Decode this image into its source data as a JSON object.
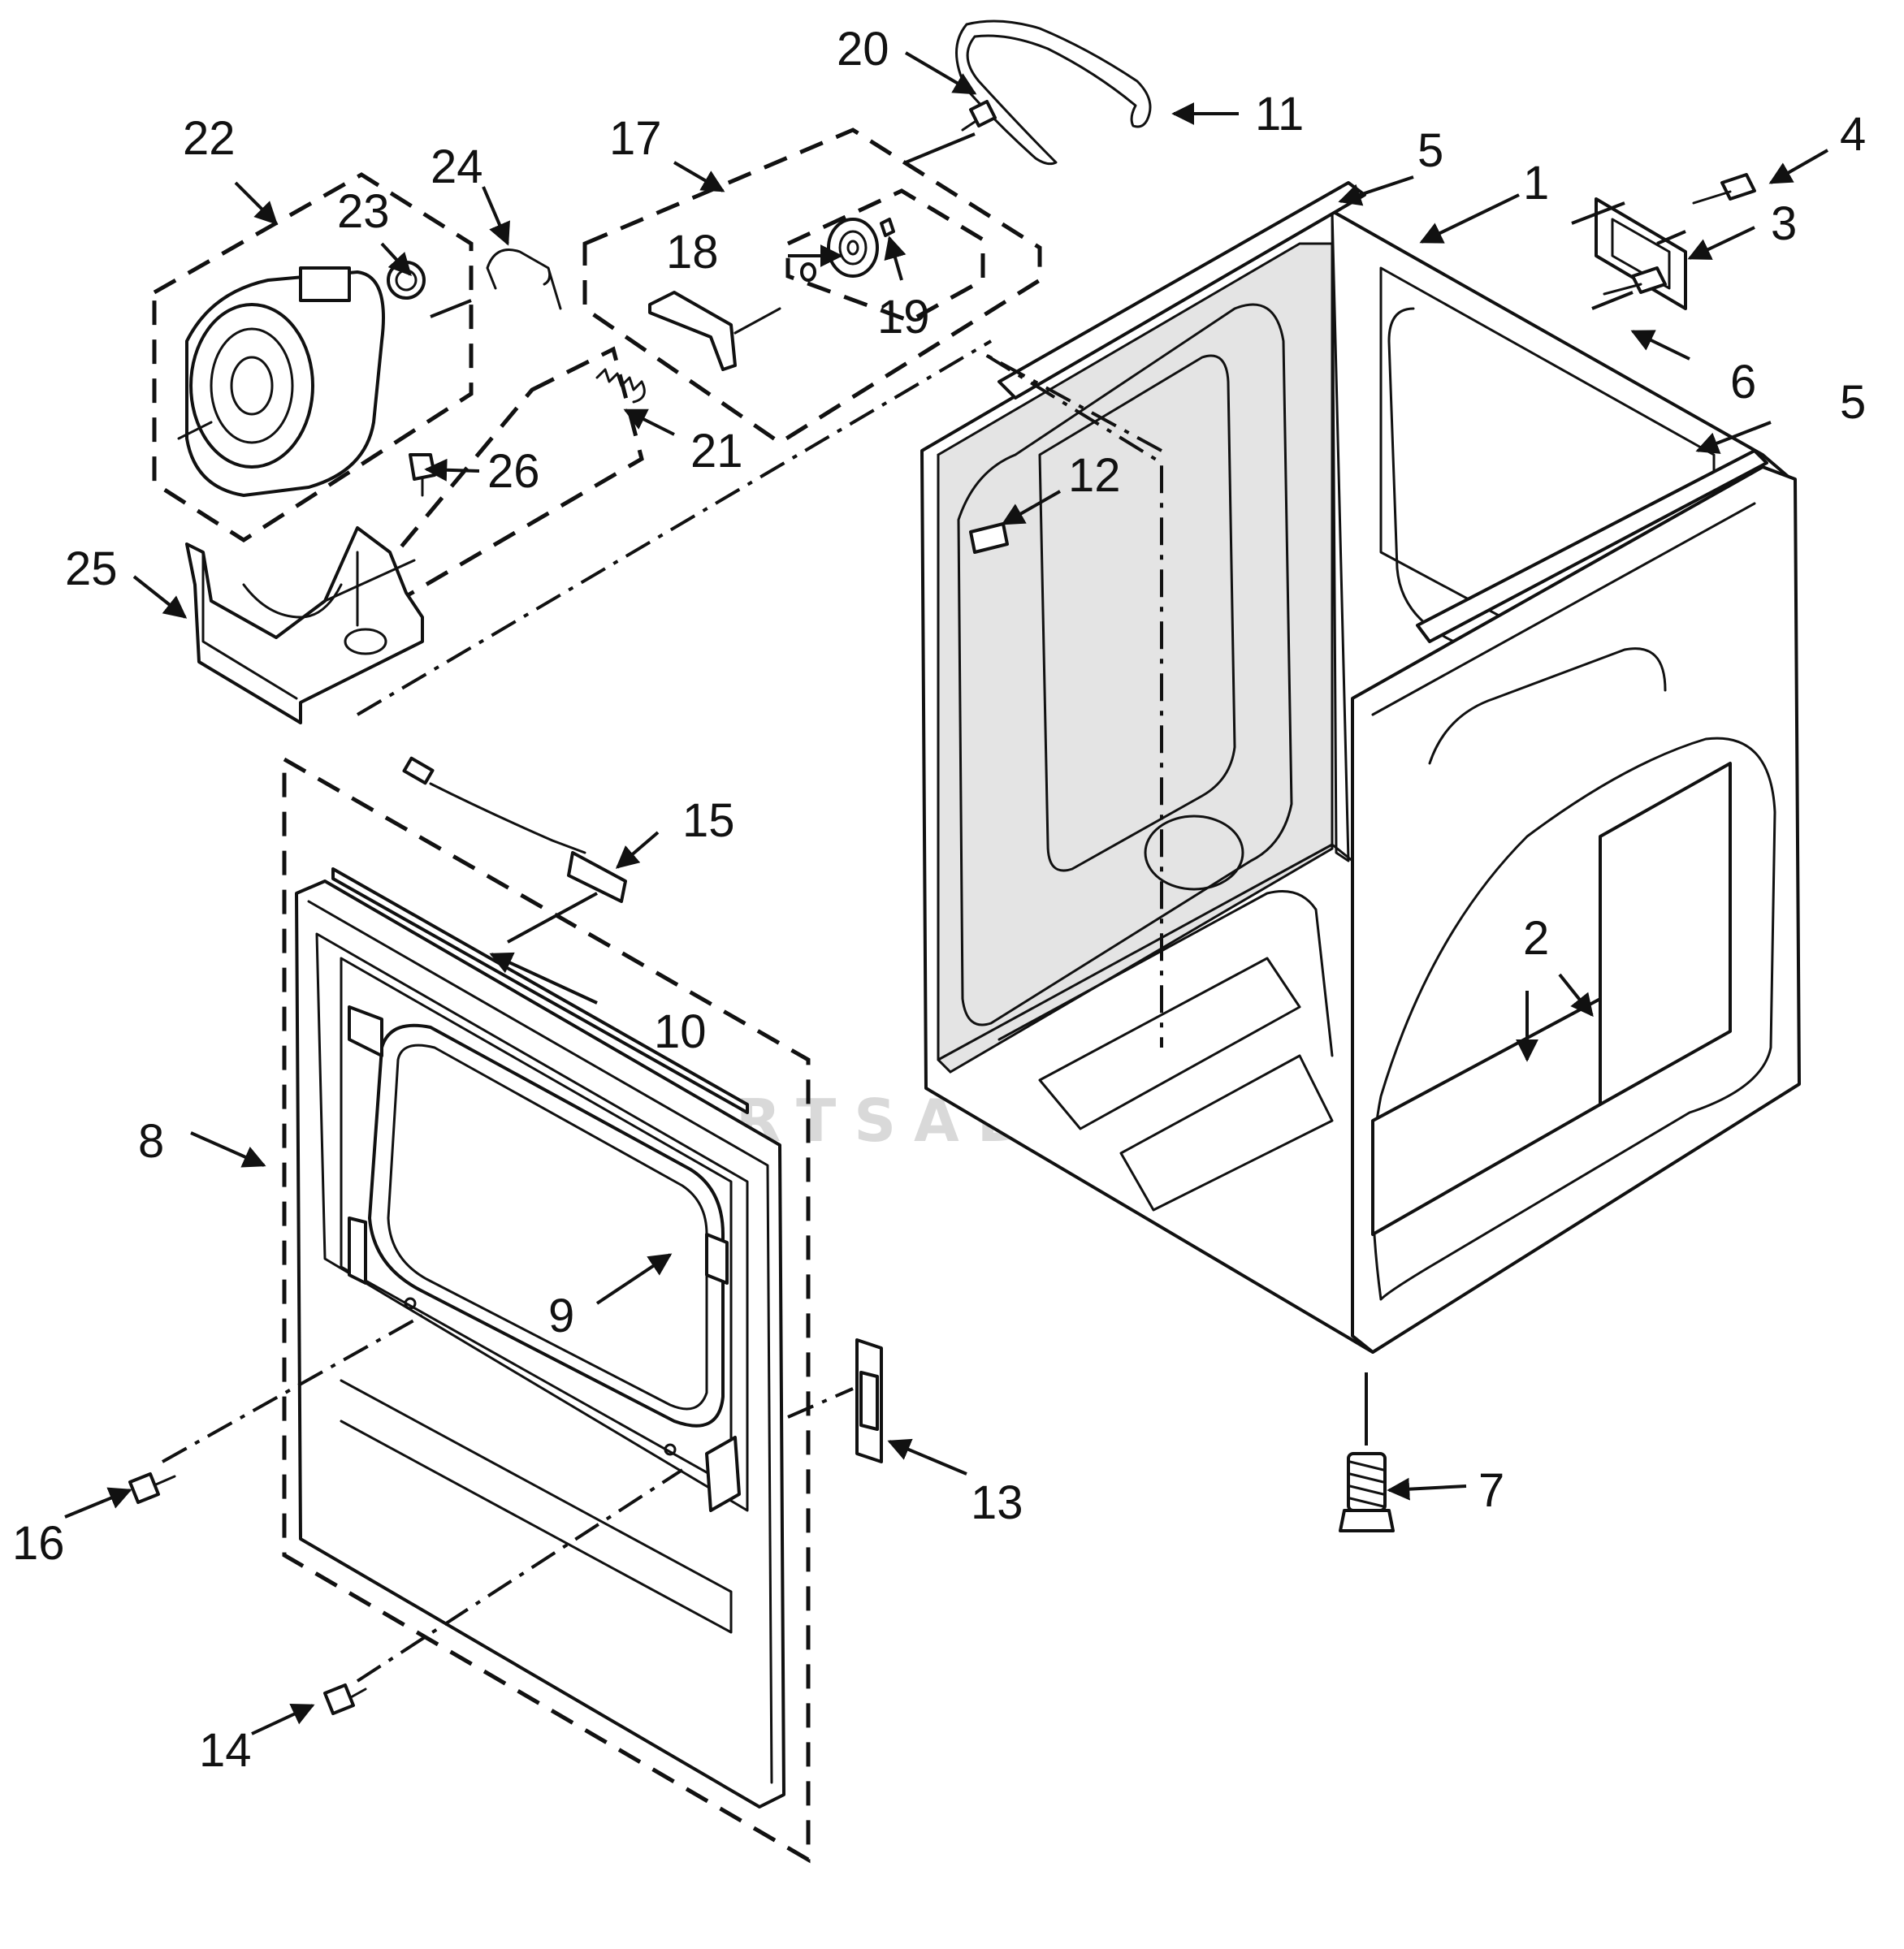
{
  "diagram": {
    "type": "exploded-parts-view",
    "watermark": "PARTSADVENTURE",
    "callouts": [
      {
        "id": "1",
        "label": "1"
      },
      {
        "id": "2",
        "label": "2"
      },
      {
        "id": "3",
        "label": "3"
      },
      {
        "id": "4",
        "label": "4"
      },
      {
        "id": "5a",
        "label": "5"
      },
      {
        "id": "5b",
        "label": "5"
      },
      {
        "id": "6",
        "label": "6"
      },
      {
        "id": "7",
        "label": "7"
      },
      {
        "id": "8",
        "label": "8"
      },
      {
        "id": "9",
        "label": "9"
      },
      {
        "id": "10",
        "label": "10"
      },
      {
        "id": "11",
        "label": "11"
      },
      {
        "id": "12",
        "label": "12"
      },
      {
        "id": "13",
        "label": "13"
      },
      {
        "id": "14",
        "label": "14"
      },
      {
        "id": "15",
        "label": "15"
      },
      {
        "id": "16",
        "label": "16"
      },
      {
        "id": "17",
        "label": "17"
      },
      {
        "id": "18",
        "label": "18"
      },
      {
        "id": "19",
        "label": "19"
      },
      {
        "id": "20",
        "label": "20"
      },
      {
        "id": "21",
        "label": "21"
      },
      {
        "id": "22",
        "label": "22"
      },
      {
        "id": "23",
        "label": "23"
      },
      {
        "id": "24",
        "label": "24"
      },
      {
        "id": "25",
        "label": "25"
      },
      {
        "id": "26",
        "label": "26"
      }
    ]
  }
}
